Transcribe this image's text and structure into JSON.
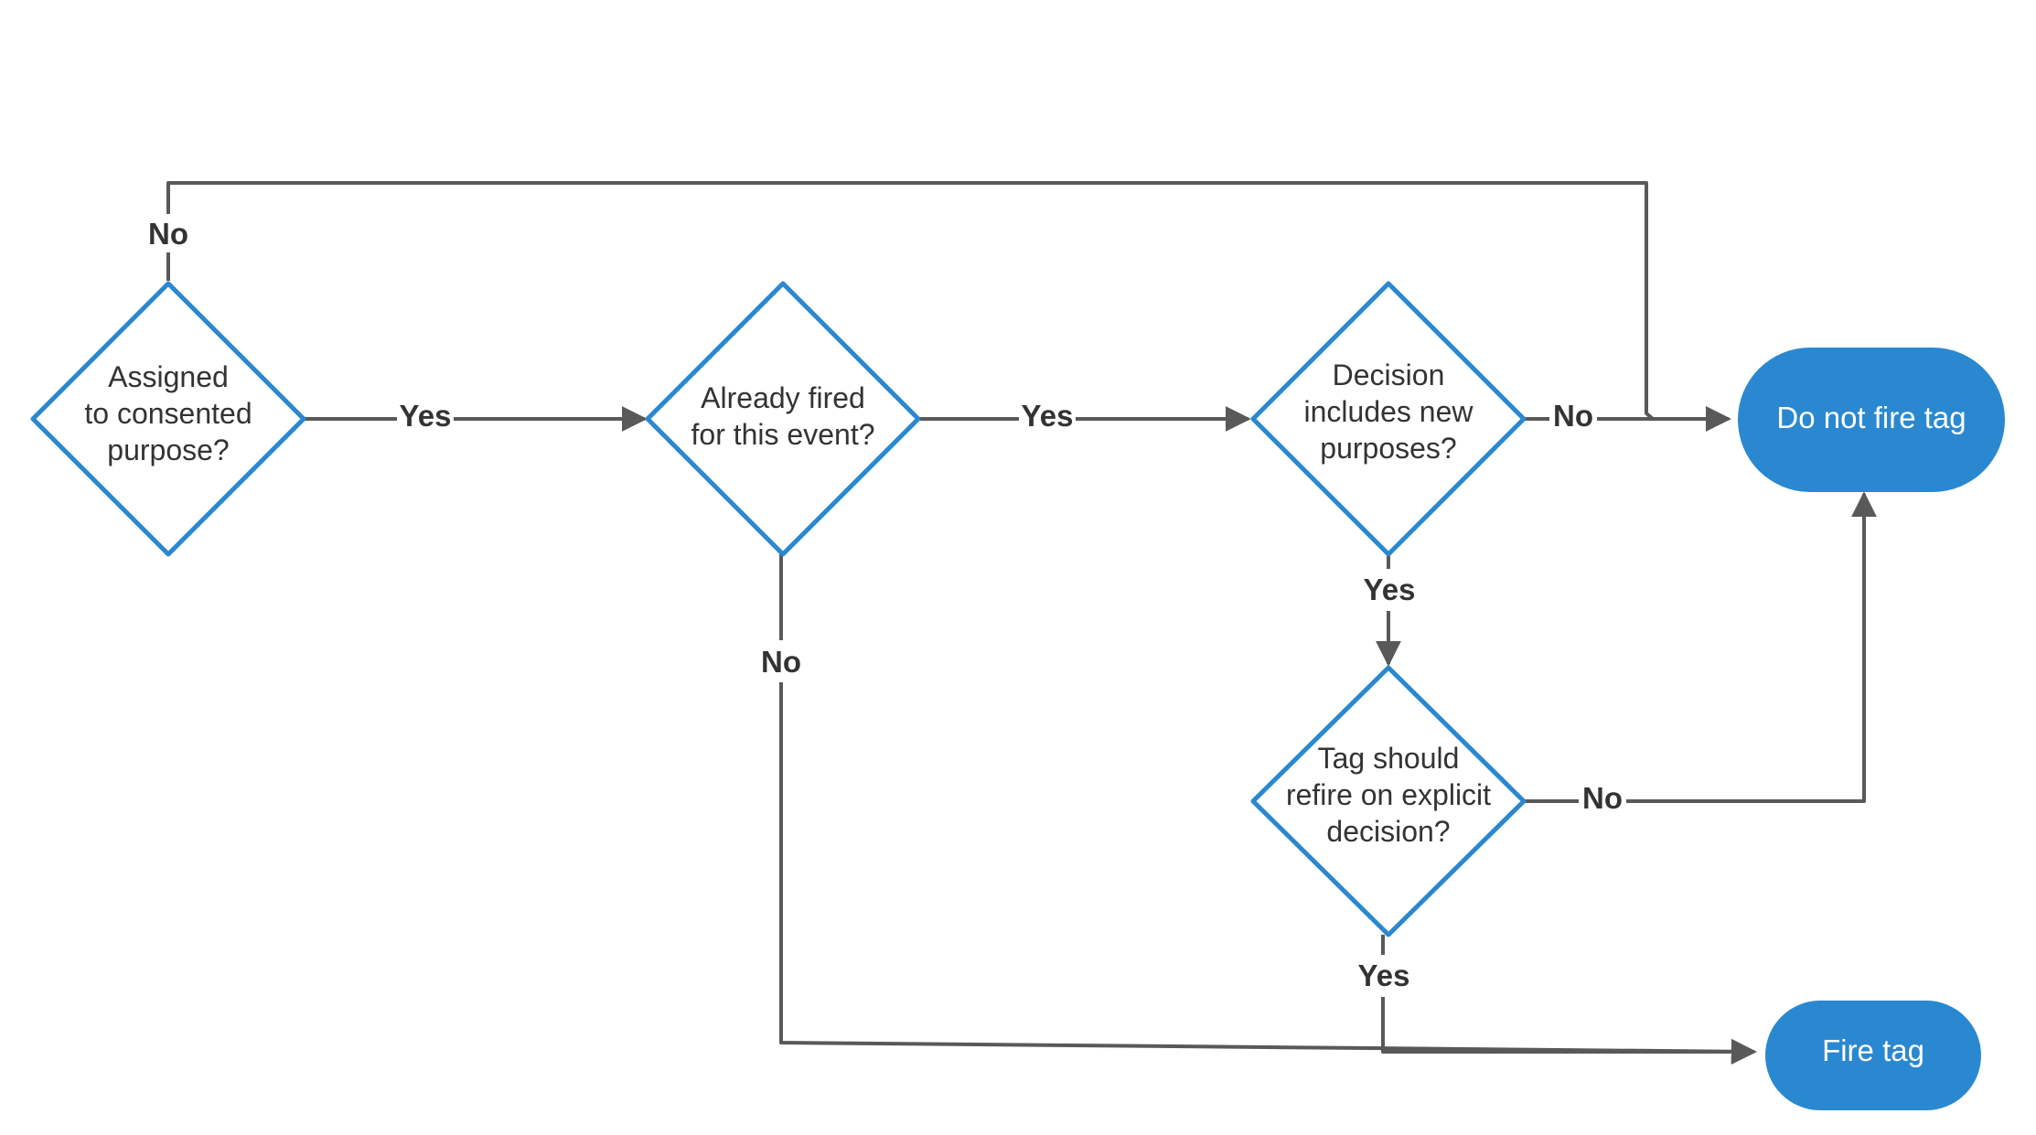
{
  "nodes": {
    "assigned": {
      "lines": [
        "Assigned",
        "to consented",
        "purpose?"
      ]
    },
    "already_fired": {
      "lines": [
        "Already fired",
        "for this event?"
      ]
    },
    "decision_new": {
      "lines": [
        "Decision",
        "includes new",
        "purposes?"
      ]
    },
    "refire": {
      "lines": [
        "Tag should",
        "refire on explicit",
        "decision?"
      ]
    },
    "do_not_fire": {
      "label": "Do not fire tag"
    },
    "fire": {
      "label": "Fire tag"
    }
  },
  "edges": {
    "assigned_no": "No",
    "assigned_yes": "Yes",
    "already_fired_yes": "Yes",
    "already_fired_no": "No",
    "decision_new_no": "No",
    "decision_new_yes": "Yes",
    "refire_no": "No",
    "refire_yes": "Yes"
  },
  "colors": {
    "shape_blue": "#2a88d0",
    "connector": "#595959",
    "text": "#333333"
  }
}
